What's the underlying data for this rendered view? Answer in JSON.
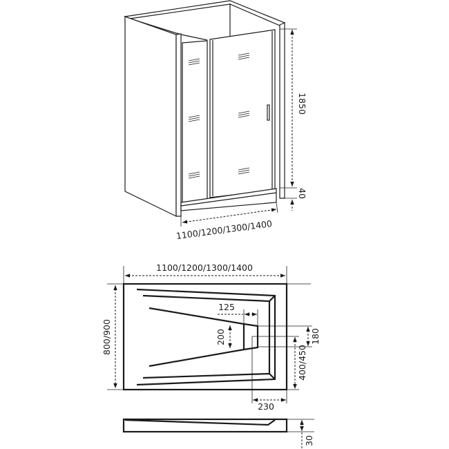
{
  "title": "Shower enclosure and tray dimensions",
  "enclosure": {
    "height_label": "1850",
    "tray_height_label": "40",
    "width_label": "1100/1200/1300/1400"
  },
  "tray_plan": {
    "width_label": "1100/1200/1300/1400",
    "depth_label": "800/900",
    "drain_width_label": "125",
    "drain_height_label": "200",
    "drain_offset_label": "180",
    "drain_from_bottom_label": "400/450",
    "drain_from_right_label": "230"
  },
  "tray_profile": {
    "thickness_label": "30"
  }
}
